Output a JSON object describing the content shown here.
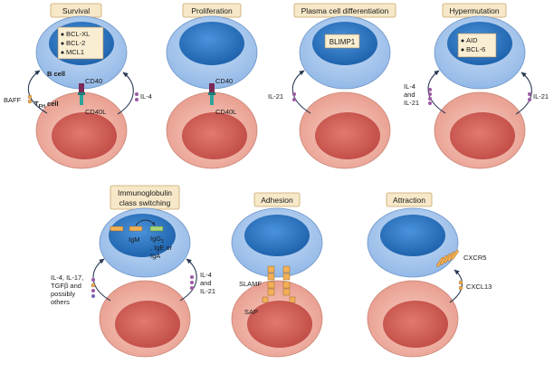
{
  "colors": {
    "bcell_outer": "#a9c8ee",
    "bcell_nucleus": "#2c78c6",
    "tcell_outer": "#efb3a6",
    "tcell_nucleus": "#d2625a",
    "title_bg": "#f6e8c8",
    "title_border": "#c9a56b",
    "box_bg": "#f9edd2",
    "cd40": "#7a2a55",
    "cd40l": "#2ea39a",
    "arrow": "#2a3a55",
    "cytokine_orange": "#f3b057",
    "cytokine_purple": "#9b5aa4"
  },
  "panels": {
    "survival": {
      "title": "Survival",
      "box_items": [
        "BCL-XL",
        "BCL-2",
        "MCL1"
      ],
      "bcell_label": "B cell",
      "cd40": "CD40",
      "cd40l": "CD40L",
      "tfh_label_main": "T",
      "tfh_label_sub": "FH",
      "tfh_label_tail": " cell",
      "left_cytokine": "BAFF",
      "right_cytokine": "IL-4"
    },
    "proliferation": {
      "title": "Proliferation",
      "cd40": "CD40",
      "cd40l": "CD40L"
    },
    "plasma": {
      "title": "Plasma cell differentiation",
      "box_label": "BLIMP1",
      "left_cytokine": "IL-21"
    },
    "hypermutation": {
      "title": "Hypermutation",
      "box_items": [
        "AID",
        "BCL-6"
      ],
      "left_cytokine_lines": [
        "IL-4",
        "and",
        "IL-21"
      ],
      "right_cytokine": "IL-21"
    },
    "switching": {
      "title_lines": [
        "Immunoglobulin",
        "class switching"
      ],
      "igm": "IgM",
      "igg_main": "IgG",
      "igg_sub": "1",
      "other_lines": [
        ", IgE or",
        "IgA"
      ],
      "left_cytokine_lines": [
        "IL-4, IL-17,",
        "TGFβ and",
        "possibly",
        "others"
      ],
      "right_cytokine_lines": [
        "IL-4",
        "and",
        "IL-21"
      ]
    },
    "adhesion": {
      "title": "Adhesion",
      "slamf": "SLAMF",
      "sap": "SAP"
    },
    "attraction": {
      "title": "Attraction",
      "receptor": "CXCR5",
      "ligand": "CXCL13"
    }
  }
}
